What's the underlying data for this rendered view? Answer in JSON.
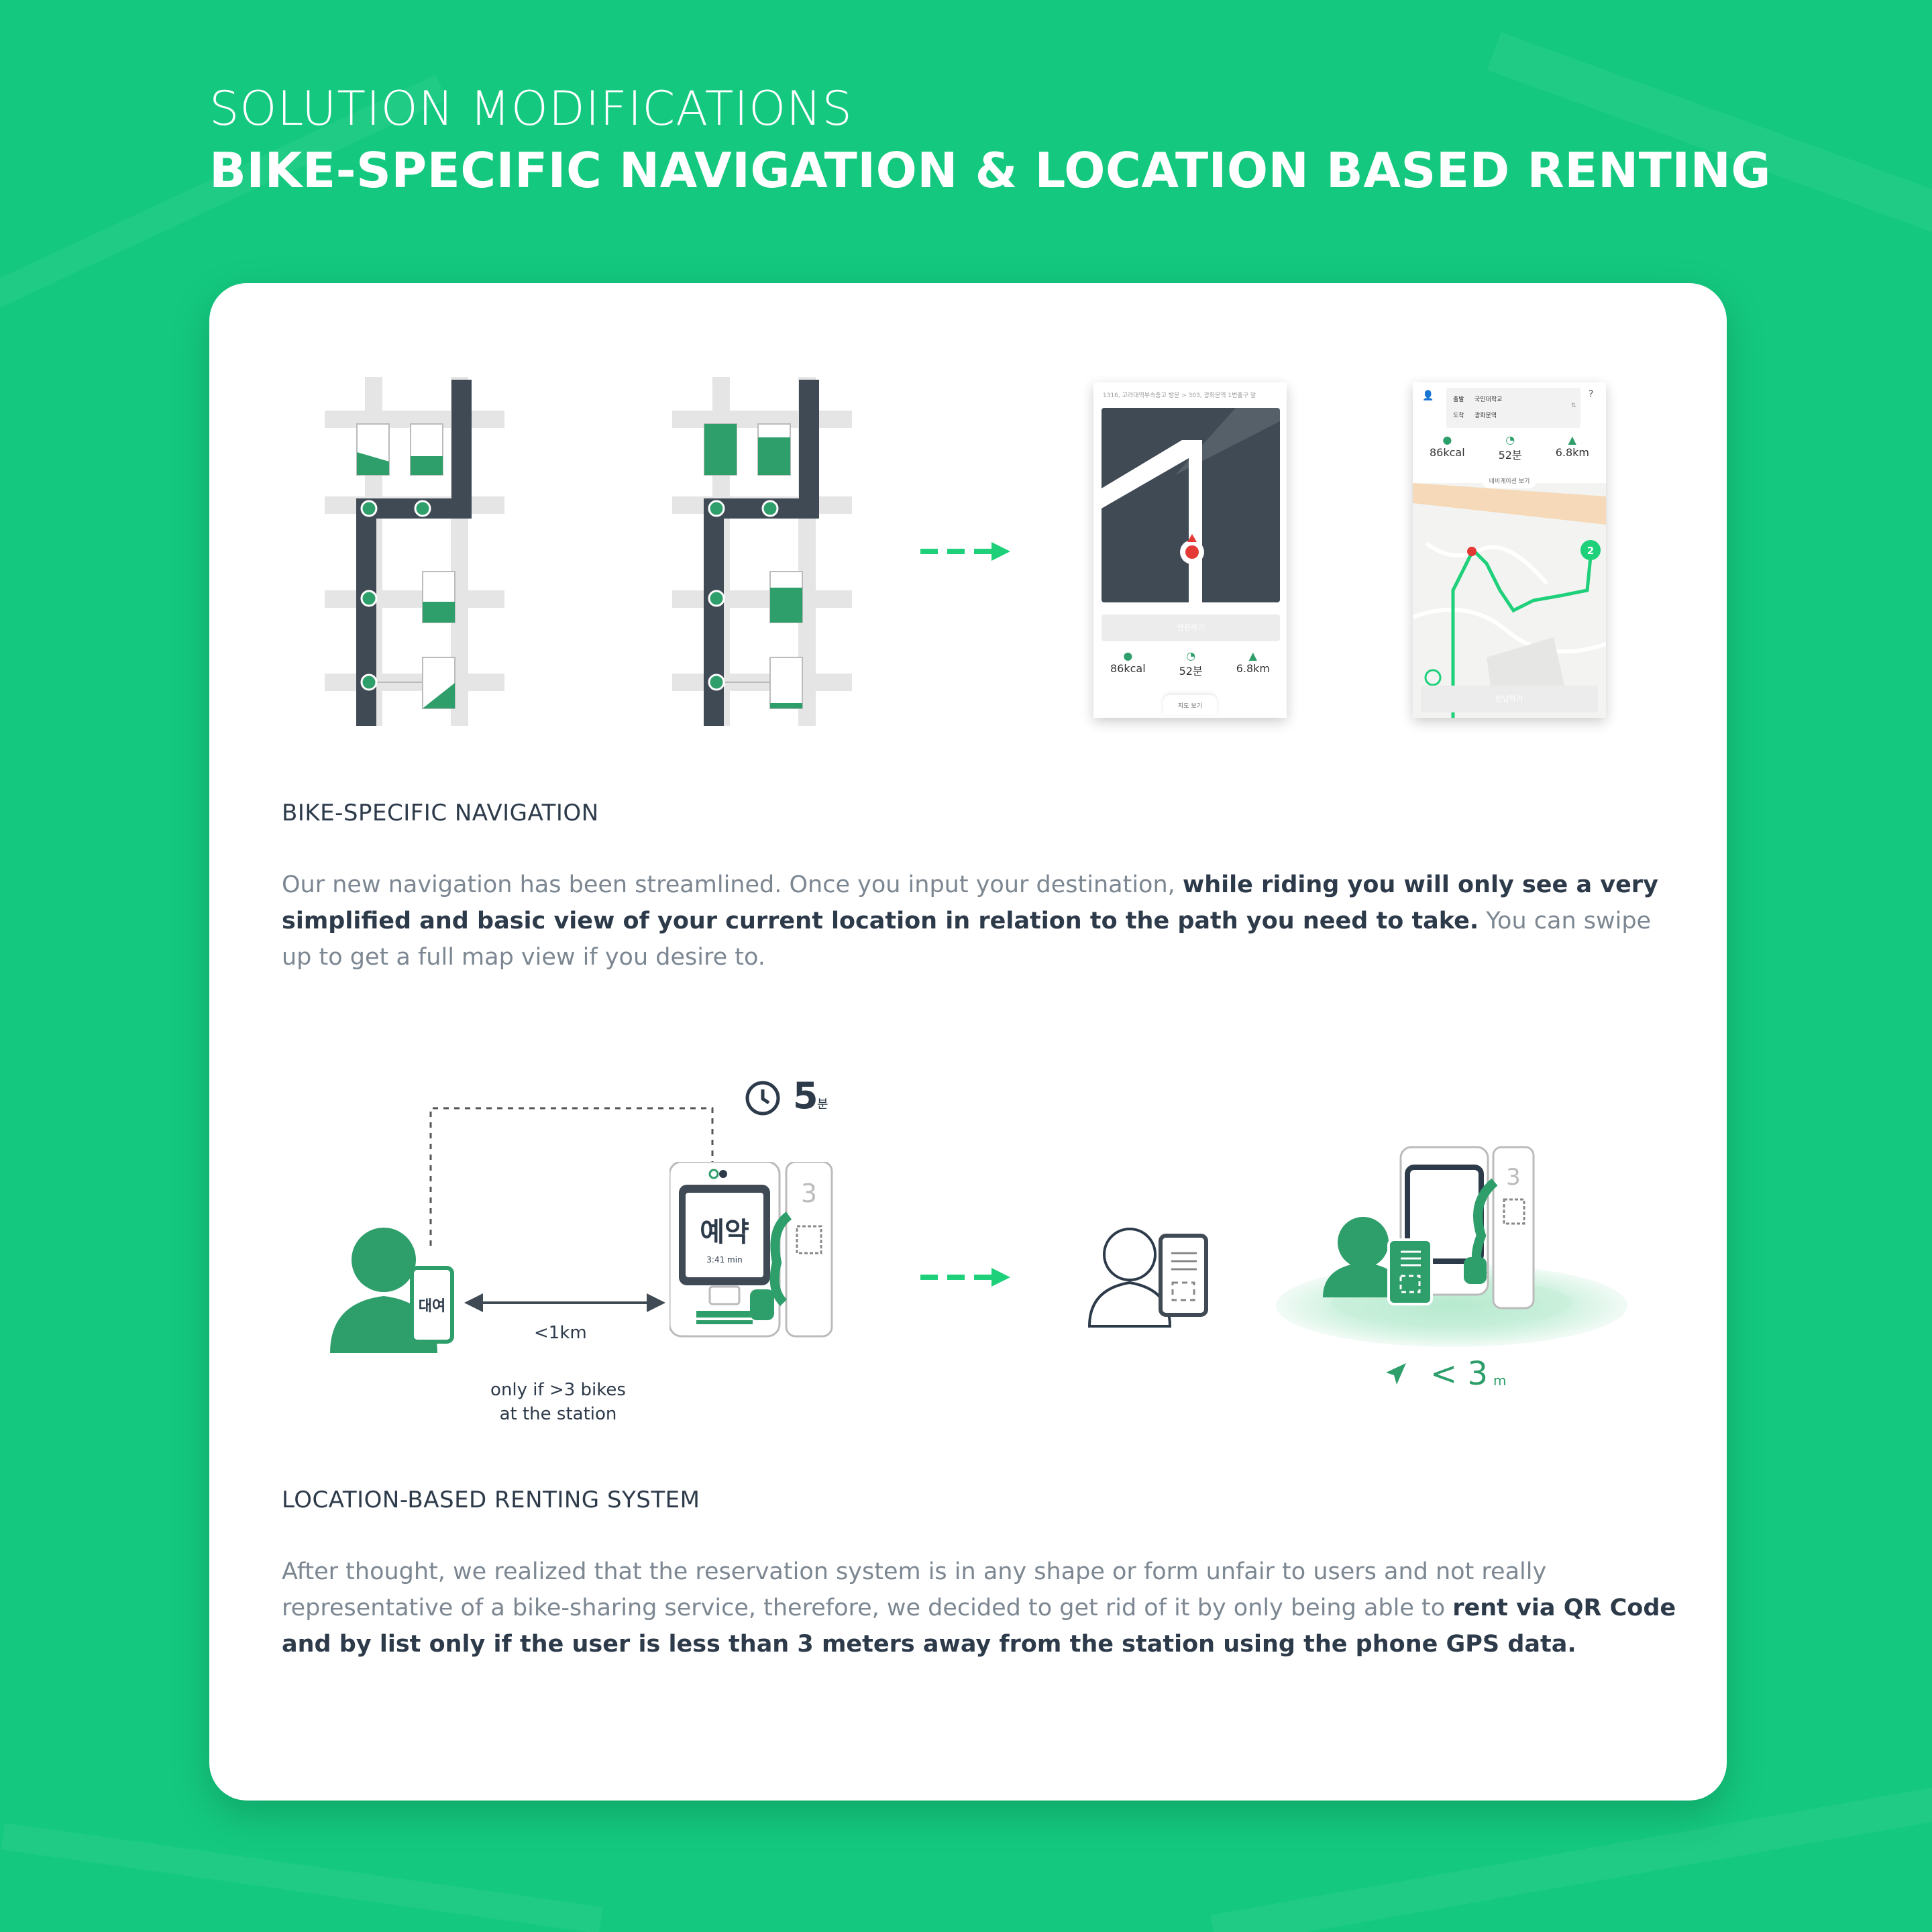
{
  "header": {
    "subtitle": "SOLUTION MODIFICATIONS",
    "title": "BIKE-SPECIFIC NAVIGATION & LOCATION BASED RENTING"
  },
  "navigation_section": {
    "title": "BIKE-SPECIFIC NAVIGATION",
    "para_plain_1": "Our new navigation has been streamlined. Once you input your destination, ",
    "para_bold": "while riding you will only see a very simplified and basic view of your current location in relation to the path you need to take.",
    "para_plain_2": " You can swipe up to get a full map view if you desire to.",
    "phone1": {
      "top_text": "1316, 고려대역부속중고 방문 > 303, 광화문역 1번출구 앞",
      "button": "안전하기",
      "stats": [
        "86kcal",
        "52분",
        "6.8km"
      ],
      "drawer": "지도 보기"
    },
    "phone2": {
      "from_label": "출발",
      "from_value": "국민대학교",
      "to_label": "도착",
      "to_value": "광화문역",
      "help": "?",
      "stats": [
        "86kcal",
        "52분",
        "6.8km"
      ],
      "drawer": "네비게이션 보기",
      "button": "반납하기",
      "marker": "2"
    }
  },
  "renting_section": {
    "title": "LOCATION-BASED RENTING SYSTEM",
    "para_plain": "After thought, we realized that the reservation system is in any shape or form unfair to users and not really representative of a bike-sharing service, therefore, we decided to get rid of it by only being able to ",
    "para_bold": "rent via QR Code and by list only if the user is less than 3 meters away from the station using the phone GPS data.",
    "timer_value": "5",
    "timer_unit": "분",
    "phone_label": "대여",
    "kiosk_screen_text": "예약",
    "kiosk_screen_time": "3:41 min",
    "dock_number": "3",
    "distance": "<1km",
    "note_line1": "only if >3 bikes",
    "note_line2": "at the station",
    "proximity_value": "< 3",
    "proximity_unit": "m"
  },
  "colors": {
    "background": "#14c97f",
    "accent": "#2e9e6b",
    "bright_green": "#1fd07a",
    "dark_slate": "#3f4a55",
    "text_dark": "#2d3a4a",
    "text_grey": "#7c8792"
  }
}
